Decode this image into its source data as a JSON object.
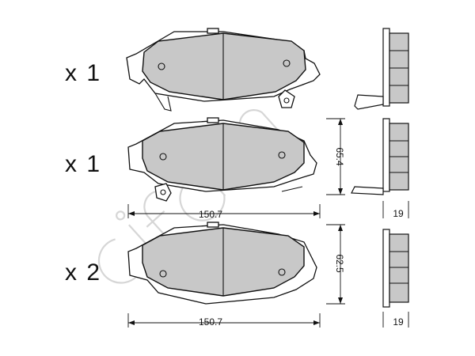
{
  "watermark": {
    "text": "cifam",
    "color": "#d6d6d6"
  },
  "colors": {
    "friction_material": "#c8c8c8",
    "line": "#111111",
    "background": "#ffffff"
  },
  "rows": [
    {
      "quantity": "x 1",
      "width": "",
      "height": "",
      "thickness": ""
    },
    {
      "quantity": "x 1",
      "width": "150.7",
      "height": "65.4",
      "thickness": "19"
    },
    {
      "quantity": "x 2",
      "width": "150.7",
      "height": "62.5",
      "thickness": "19"
    }
  ]
}
